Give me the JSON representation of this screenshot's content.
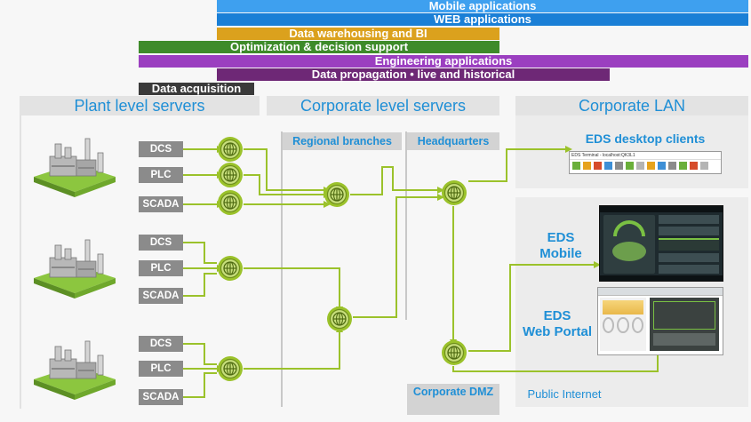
{
  "bars": [
    {
      "id": "mobile",
      "label": "Mobile applications",
      "color": "#3ea0ef"
    },
    {
      "id": "web",
      "label": "WEB applications",
      "color": "#1a7fd6"
    },
    {
      "id": "dwh",
      "label": "Data warehousing and BI",
      "color": "#dba11d"
    },
    {
      "id": "opt",
      "label": "Optimization & decision support",
      "color": "#3e8b2a"
    },
    {
      "id": "eng",
      "label": "Engineering applications",
      "color": "#9b3fc0"
    },
    {
      "id": "prop",
      "label": "Data propagation • live and historical",
      "color": "#6e2876"
    },
    {
      "id": "acq",
      "label": "Data acquisition",
      "color": "#3a3a3a"
    }
  ],
  "sections": {
    "plant": "Plant level servers",
    "corporate": "Corporate level servers",
    "lan": "Corporate LAN"
  },
  "subsections": {
    "regional": "Regional branches",
    "hq": "Headquarters",
    "dmz": "Corporate DMZ",
    "internet": "Public Internet"
  },
  "plants": [
    {
      "devices": [
        "DCS",
        "PLC",
        "SCADA"
      ]
    },
    {
      "devices": [
        "DCS",
        "PLC",
        "SCADA"
      ]
    },
    {
      "devices": [
        "DCS",
        "PLC",
        "SCADA"
      ]
    }
  ],
  "clients": {
    "desktop": "EDS desktop clients",
    "desktop_window_title": "EDS Terminal - localhost:QK3L1",
    "mobile_line1": "EDS",
    "mobile_line2": "Mobile",
    "portal_line1": "EDS",
    "portal_line2": "Web Portal"
  },
  "colors": {
    "link": "#9bc22b",
    "node": "#9bc22b",
    "section_text": "#1f8fd6"
  }
}
